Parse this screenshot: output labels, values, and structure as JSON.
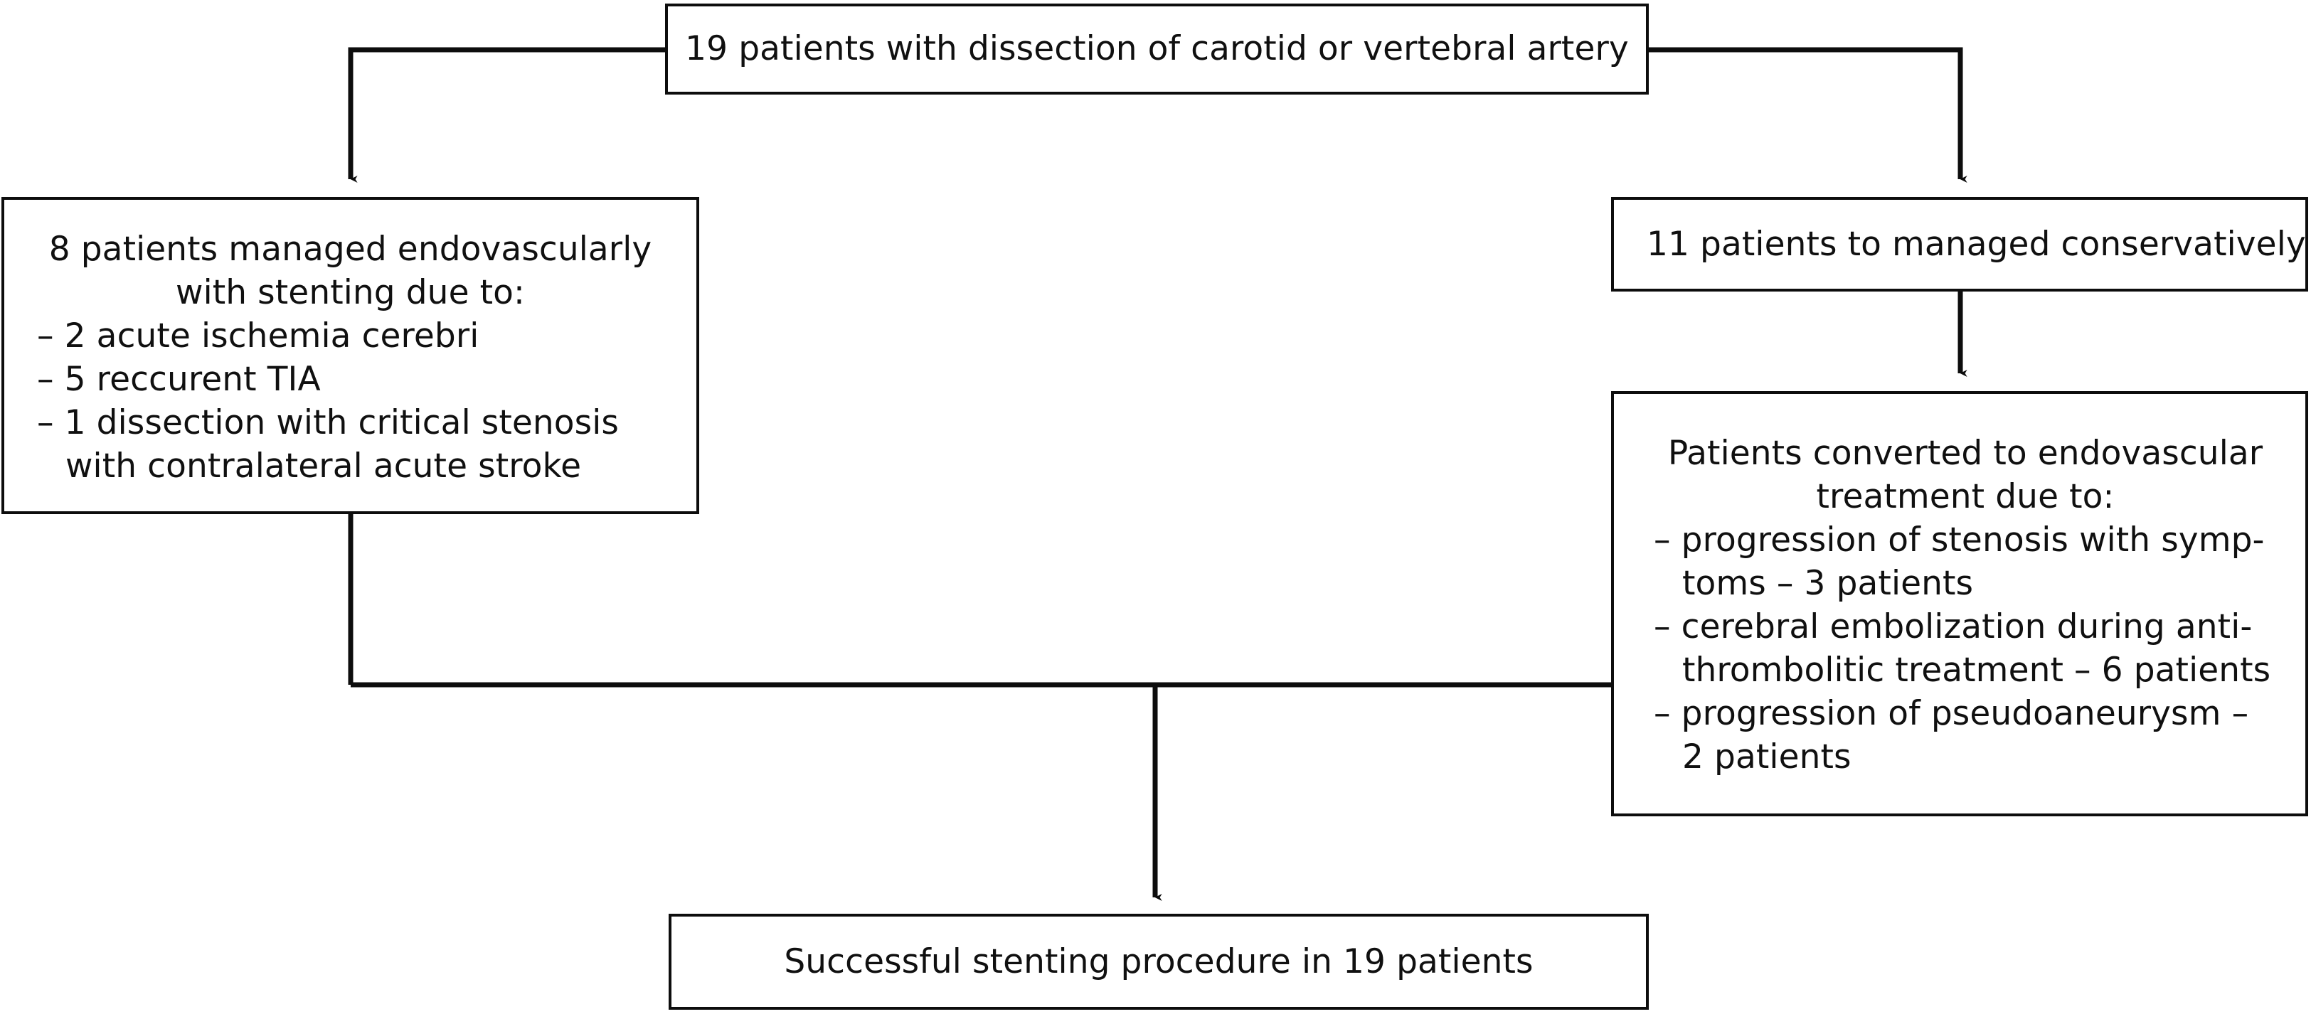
{
  "diagram": {
    "title": "Patient flow diagram for carotid or vertebral artery dissection management",
    "stroke_color": "#0d0d0d",
    "background_color": "#ffffff",
    "text_color": "#101010"
  },
  "nodes": {
    "top": {
      "id": "total-cohort",
      "text": "19 patients with dissection of carotid or vertebral artery"
    },
    "endovascular": {
      "id": "endovascular-group",
      "heading_line1": "8 patients managed endovascularly",
      "heading_line2": "with stenting due to:",
      "items": [
        "– 2 acute ischemia cerebri",
        "– 5 reccurent TIA",
        "– 1 dissection with critical stenosis with contralateral acute stroke"
      ]
    },
    "conservative": {
      "id": "conservative-group",
      "text": "11 patients to managed conservatively"
    },
    "converted": {
      "id": "converted-group",
      "heading_line1": "Patients converted to endovascular",
      "heading_line2": "treatment due to:",
      "items": [
        "– progression of stenosis with symp-toms – 3 patients",
        "– cerebral embolization during anti-thrombolitic treatment – 6 patients",
        "– progression of pseudoaneurysm – 2 patients"
      ]
    },
    "outcome": {
      "id": "final-outcome",
      "text": "Successful stenting procedure in 19 patients"
    }
  },
  "edges": [
    {
      "id": "edge-top-to-endovascular",
      "from": "total-cohort",
      "to": "endovascular-group",
      "label": ""
    },
    {
      "id": "edge-top-to-conservative",
      "from": "total-cohort",
      "to": "conservative-group",
      "label": ""
    },
    {
      "id": "edge-conservative-to-converted",
      "from": "conservative-group",
      "to": "converted-group",
      "label": ""
    },
    {
      "id": "edge-endovascular-to-outcome",
      "from": "endovascular-group",
      "to": "final-outcome",
      "label": ""
    },
    {
      "id": "edge-converted-to-outcome",
      "from": "converted-group",
      "to": "final-outcome",
      "label": ""
    }
  ]
}
